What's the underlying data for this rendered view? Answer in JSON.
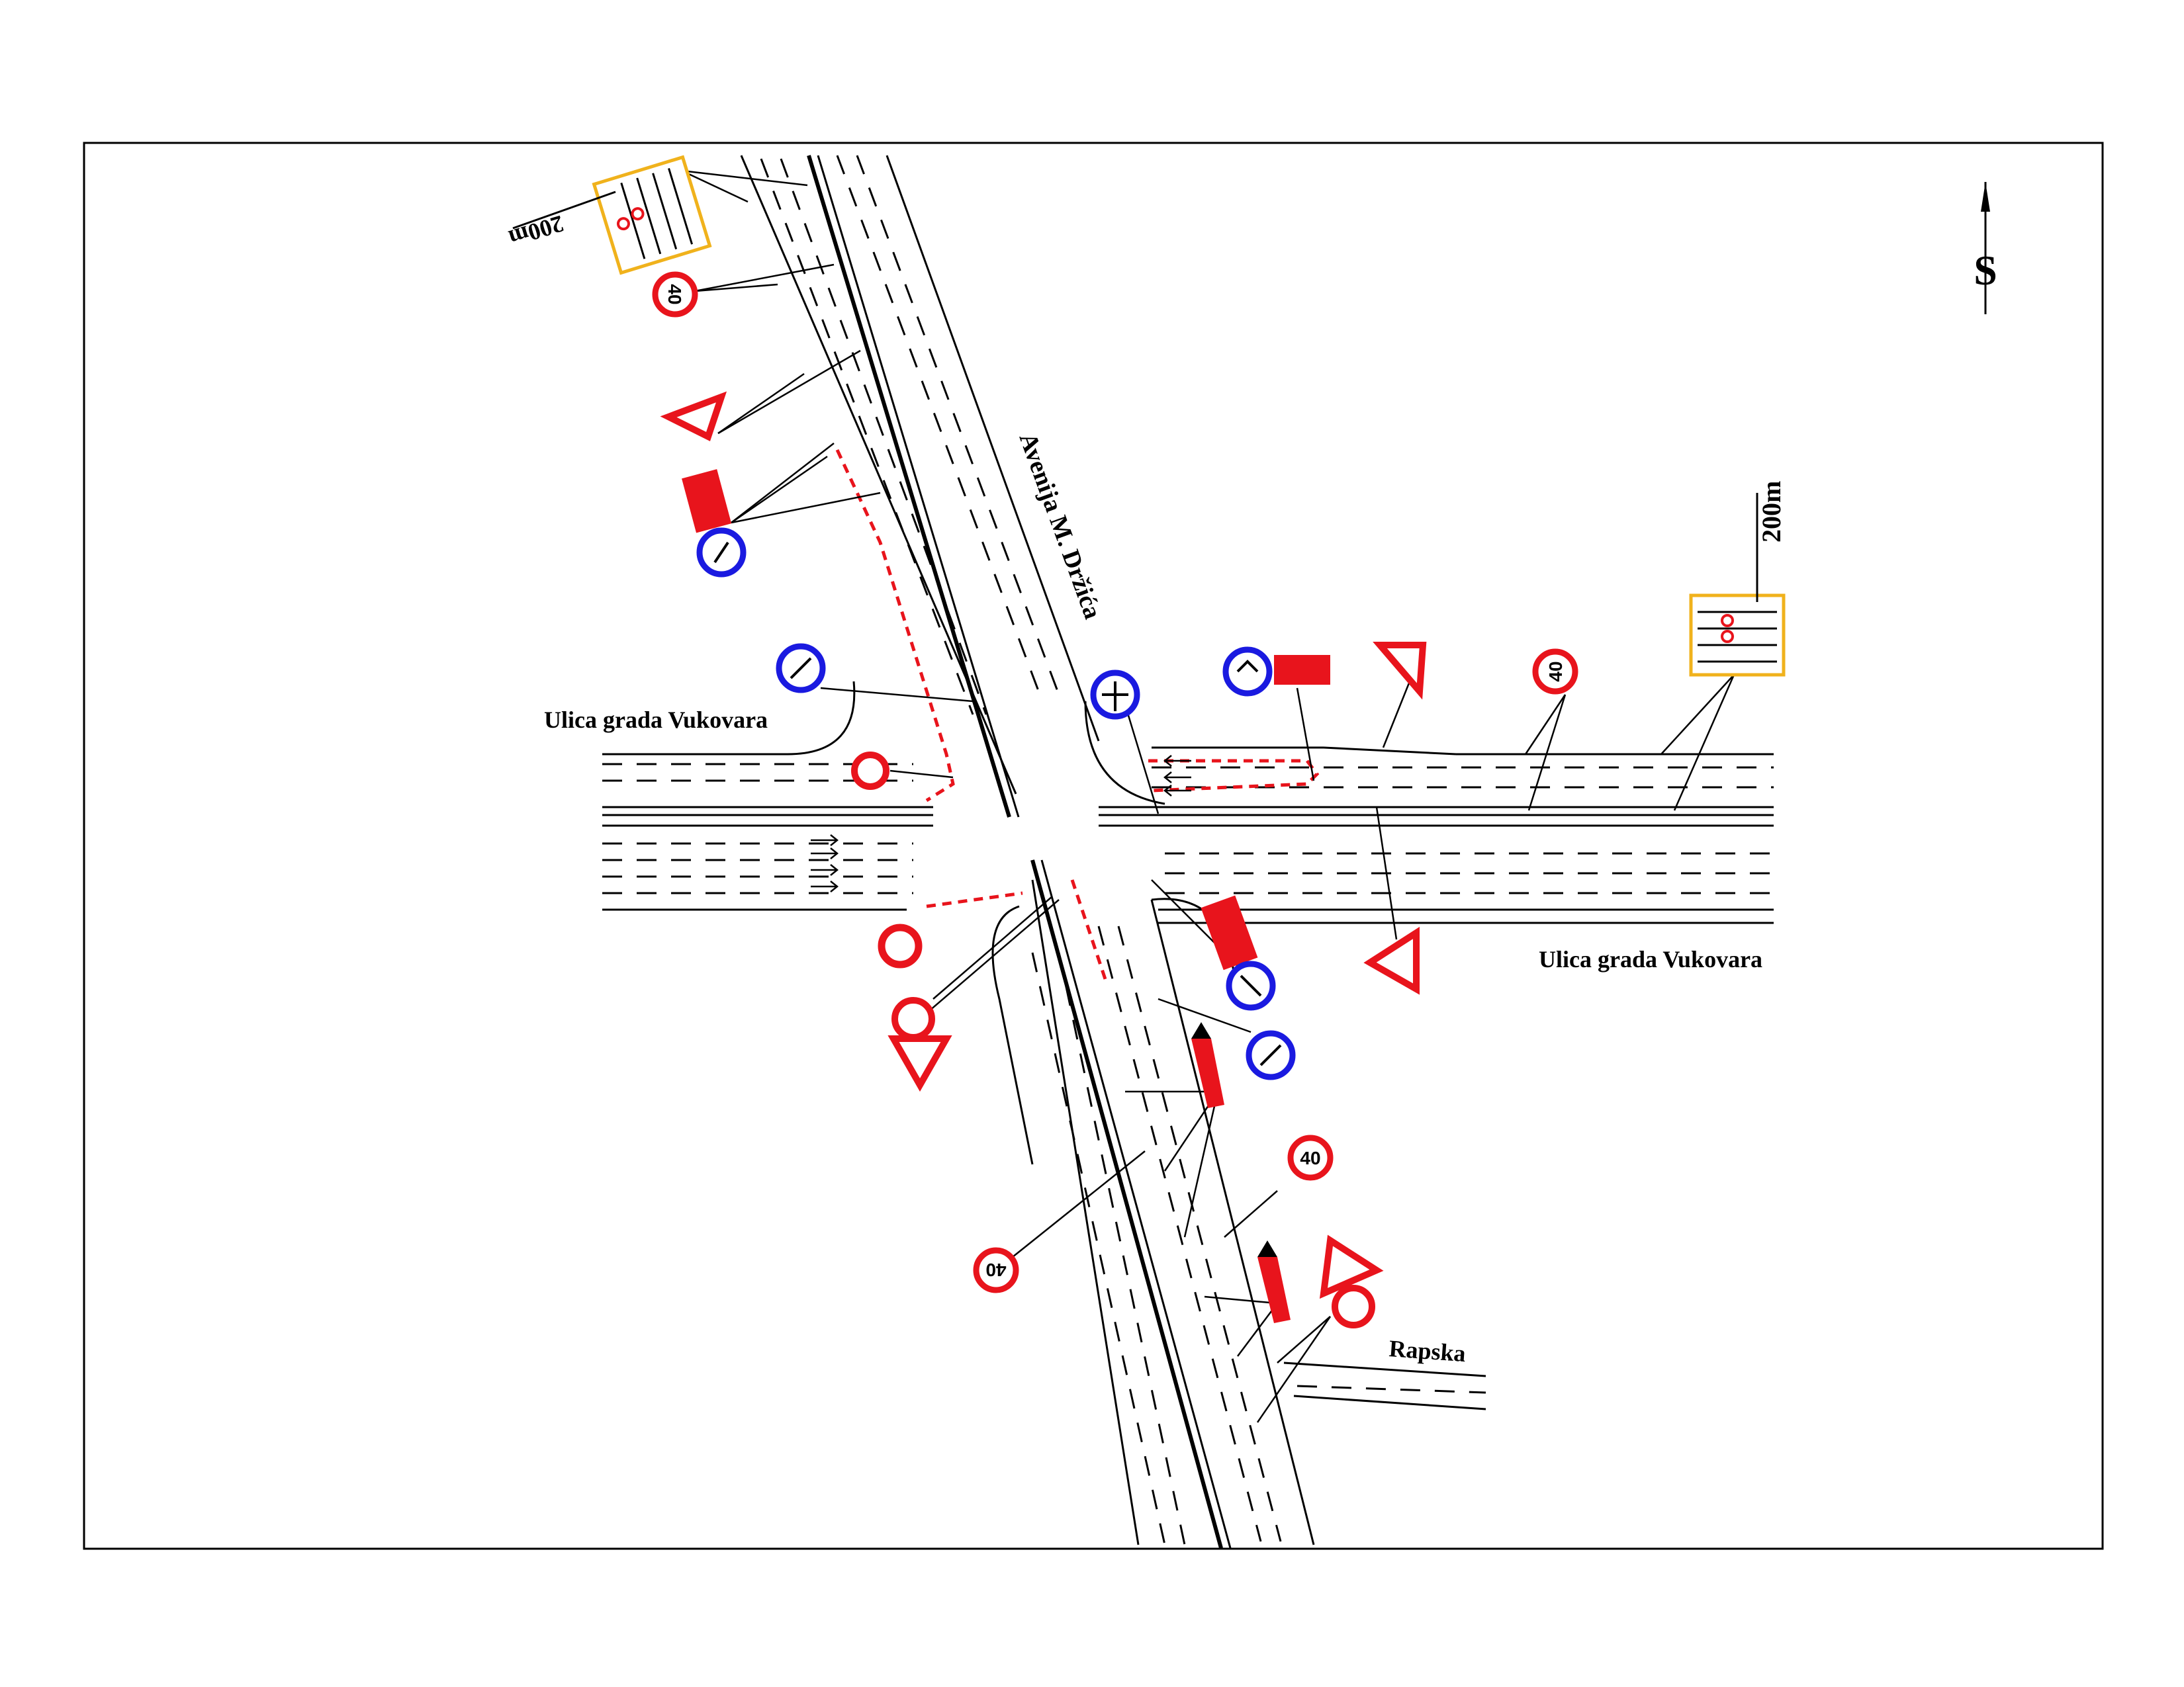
{
  "streets": {
    "avenue": "Avenija M. Držića",
    "cross_west": "Ulica grada Vukovara",
    "cross_east": "Ulica grada Vukovara",
    "side": "Rapska"
  },
  "north_arrow": {
    "letter": "S"
  },
  "distance_labels": {
    "north": "200m",
    "east": "200m"
  },
  "speed_limit": "40",
  "colors": {
    "prohibition": "#e8141c",
    "mandatory": "#1a1ae0",
    "info_frame": "#f0b21c",
    "line": "#000000"
  },
  "sign_icons": [
    "speed-limit-sign",
    "warning-triangle-sign",
    "no-entry-sign",
    "keep-right-sign",
    "direction-sign",
    "roadwork-barrier",
    "beacon-marker",
    "info-panel"
  ]
}
